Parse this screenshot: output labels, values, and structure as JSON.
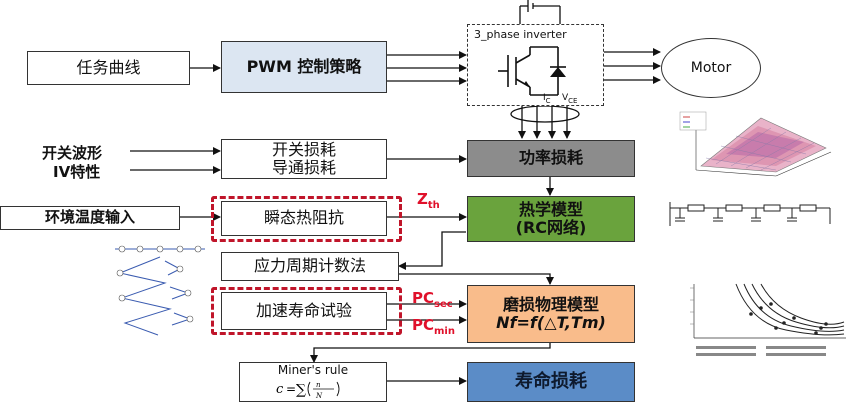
{
  "blocks": {
    "task_curve": "任务曲线",
    "pwm_strategy": "PWM 控制策略",
    "inverter": "3_phase inverter",
    "motor": "Motor",
    "switch_loss": "开关损耗",
    "conduction_loss": "导通损耗",
    "power_loss": "功率损耗",
    "transient_impedance": "瞬态热阻抗",
    "thermal_model": "热学模型",
    "rc_network": "(RC网络)",
    "stress_cycle": "应力周期计数法",
    "accel_life_test": "加速寿命试验",
    "wear_model": "磨损物理模型",
    "wear_formula": "Nf=f(△T,Tm)",
    "miner_rule": "Miner's rule",
    "life_loss": "寿命损耗"
  },
  "inputs": {
    "switch_waveform": "开关波形",
    "iv_characteristic": "IV特性",
    "ambient_temp": "环境温度输入"
  },
  "labels": {
    "zth": "Z",
    "zth_sub": "th",
    "pc_sec": "PC",
    "pc_sec_sub": "sec",
    "pc_min": "PC",
    "pc_min_sub": "min",
    "ic": "I",
    "ic_sub": "C",
    "vce": "V",
    "vce_sub": "CE"
  },
  "colors": {
    "pwm_fill": "#dce6f2",
    "power_loss_fill": "#8c8c8c",
    "thermal_fill": "#6aa33d",
    "wear_fill": "#f9bc8b",
    "life_fill": "#5b8cc7",
    "dash_red": "#c0152a"
  }
}
